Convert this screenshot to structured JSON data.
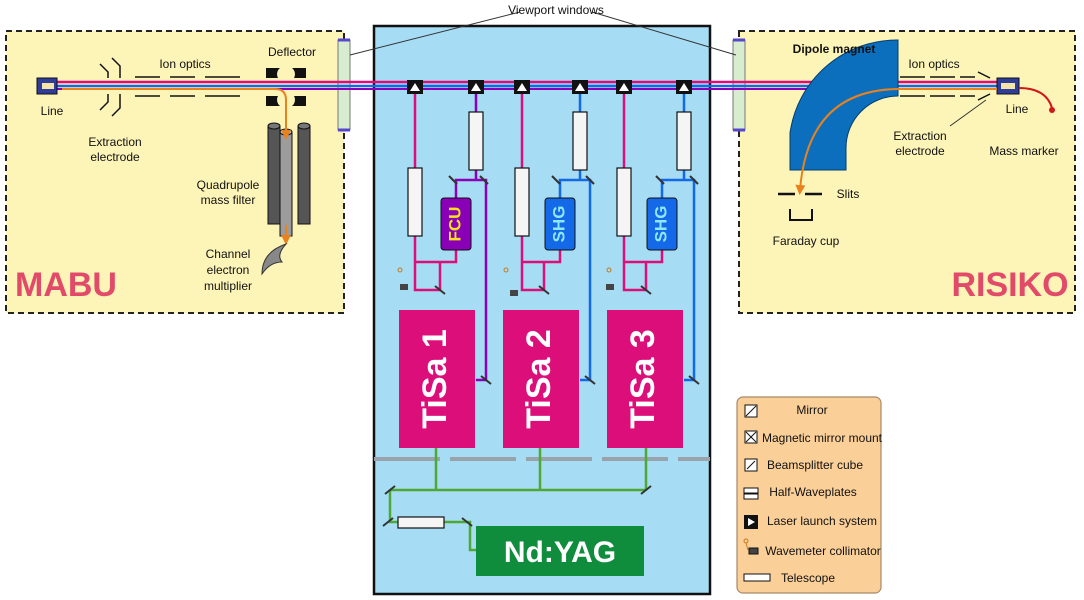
{
  "colors": {
    "vacuum_bg": "#fdf4b8",
    "laser_table_bg": "#a6dcf4",
    "tisa": "#dc0f7a",
    "ndyag": "#0f8c3c",
    "fcu": "#8a00b6",
    "shg": "#1469e8",
    "dipole": "#0b6fbd",
    "legend_bg": "#fbcf98",
    "mabu_text": "#e24a6a",
    "risiko_text": "#e24a6a",
    "mass_marker": "#d01818"
  },
  "labels": {
    "viewport_windows": "Viewport windows",
    "mabu": {
      "title": "MABU",
      "line": "Line",
      "ion_optics": "Ion optics",
      "deflector": "Deflector",
      "extraction_electrode": [
        "Extraction",
        "electrode"
      ],
      "quadrupole": [
        "Quadrupole",
        "mass filter"
      ],
      "channel_multiplier": [
        "Channel",
        "electron",
        "multiplier"
      ]
    },
    "risiko": {
      "title": "RISIKO",
      "dipole_magnet": "Dipole magnet",
      "ion_optics": "Ion optics",
      "line": "Line",
      "extraction_electrode": [
        "Extraction",
        "electrode"
      ],
      "mass_marker": "Mass marker",
      "slits": "Slits",
      "faraday_cup": "Faraday cup"
    },
    "lasers": {
      "tisa1": "TiSa 1",
      "tisa2": "TiSa 2",
      "tisa3": "TiSa 3",
      "fcu": "FCU",
      "shg1": "SHG",
      "shg2": "SHG",
      "ndyag": "Nd:YAG"
    }
  },
  "legend": {
    "items": [
      {
        "icon": "mirror-icon",
        "label": "Mirror"
      },
      {
        "icon": "magnetic-mirror-mount-icon",
        "label": "Magnetic mirror mount"
      },
      {
        "icon": "beamsplitter-cube-icon",
        "label": "Beamsplitter cube"
      },
      {
        "icon": "half-waveplate-icon",
        "label": "Half-Waveplates"
      },
      {
        "icon": "laser-launch-icon",
        "label": "Laser launch system"
      },
      {
        "icon": "wavemeter-collimator-icon",
        "label": "Wavemeter collimator"
      },
      {
        "icon": "telescope-icon",
        "label": "Telescope"
      }
    ]
  }
}
